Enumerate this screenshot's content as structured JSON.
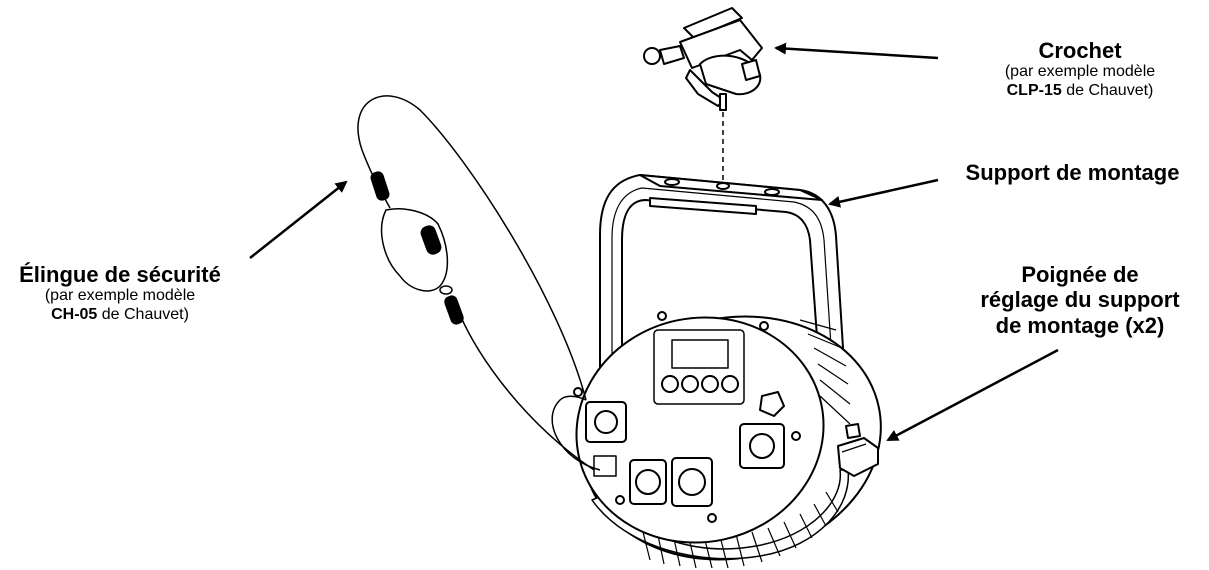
{
  "labels": {
    "crochet": {
      "title": "Crochet",
      "line1": "(par exemple modèle",
      "model": "CLP-15",
      "brand": " de Chauvet)"
    },
    "support": {
      "title": "Support de montage"
    },
    "poignee": {
      "line1": "Poignée de",
      "line2": "réglage du support",
      "line3": "de montage (x2)"
    },
    "elingue": {
      "title": "Élingue de sécurité",
      "line1": "(par exemple modèle",
      "model": "CH-05",
      "brand": " de Chauvet)"
    }
  }
}
